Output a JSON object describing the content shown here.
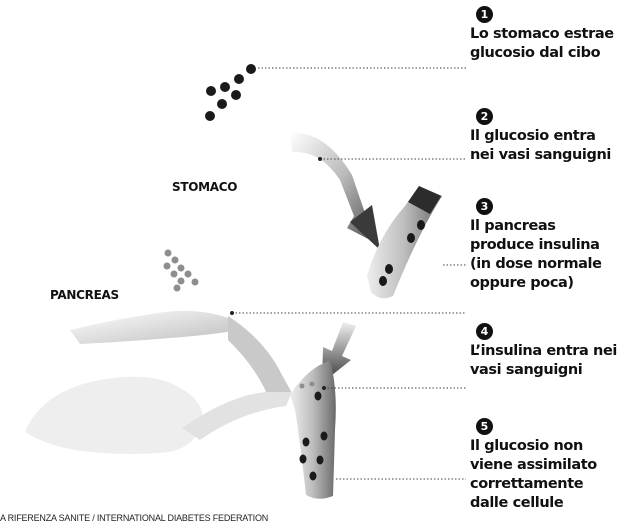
{
  "organs": {
    "stomach": "STOMACO",
    "pancreas": "PANCREAS"
  },
  "steps": [
    {
      "number": "1",
      "text": "Lo stomaco estrae glucosio dal cibo"
    },
    {
      "number": "2",
      "text": "Il glucosio entra nei vasi sanguigni"
    },
    {
      "number": "3",
      "text": "Il pancreas produce insulina (in dose normale oppure poca)"
    },
    {
      "number": "4",
      "text": "L’insulina entra nei vasi sanguigni"
    },
    {
      "number": "5",
      "text": "Il glucosio non viene assimilato correttamente dalle cellule"
    }
  ],
  "footer": "A RIFERENZA SANITE / INTERNATIONAL DIABETES FEDERATION",
  "colors": {
    "ink": "#111111",
    "dot_dark": "#1a1a1a",
    "dot_light": "#888888",
    "tube_light": "#d8d8d8",
    "tube_dark": "#555555"
  }
}
